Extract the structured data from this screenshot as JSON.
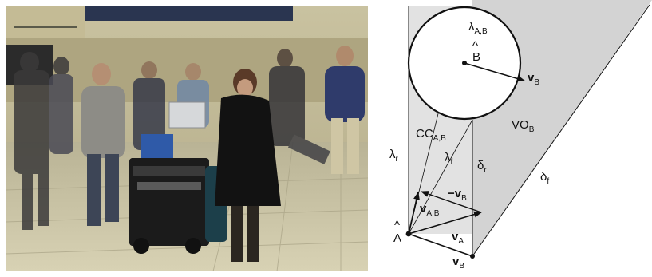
{
  "photo": {
    "scene": "robot-in-crowded-station-hall"
  },
  "diagram": {
    "labels": {
      "lambda_ab": {
        "sym": "λ",
        "sub": "A,B"
      },
      "b_hat": {
        "sym": "B",
        "hat": "^"
      },
      "v_b_top": {
        "sym": "v",
        "sub": "B"
      },
      "cc_ab": {
        "sym": "CC",
        "sub": "A,B"
      },
      "vo_b": {
        "sym": "VO",
        "sub": "B"
      },
      "lambda_r": {
        "sym": "λ",
        "sub": "r"
      },
      "lambda_f": {
        "sym": "λ",
        "sub": "f"
      },
      "delta_r": {
        "sym": "δ",
        "sub": "r"
      },
      "delta_f": {
        "sym": "δ",
        "sub": "f"
      },
      "neg_v_b": {
        "sym": "−v",
        "sub": "B"
      },
      "v_ab": {
        "sym": "v",
        "sub": "A,B"
      },
      "a_hat": {
        "sym": "A",
        "hat": "^"
      },
      "v_a": {
        "sym": "v",
        "sub": "A"
      },
      "v_b_bottom": {
        "sym": "v",
        "sub": "B"
      }
    },
    "colors": {
      "cone_fill": "#d3d3d3",
      "cc_fill": "#e2e2e2",
      "stroke": "#111111"
    }
  }
}
